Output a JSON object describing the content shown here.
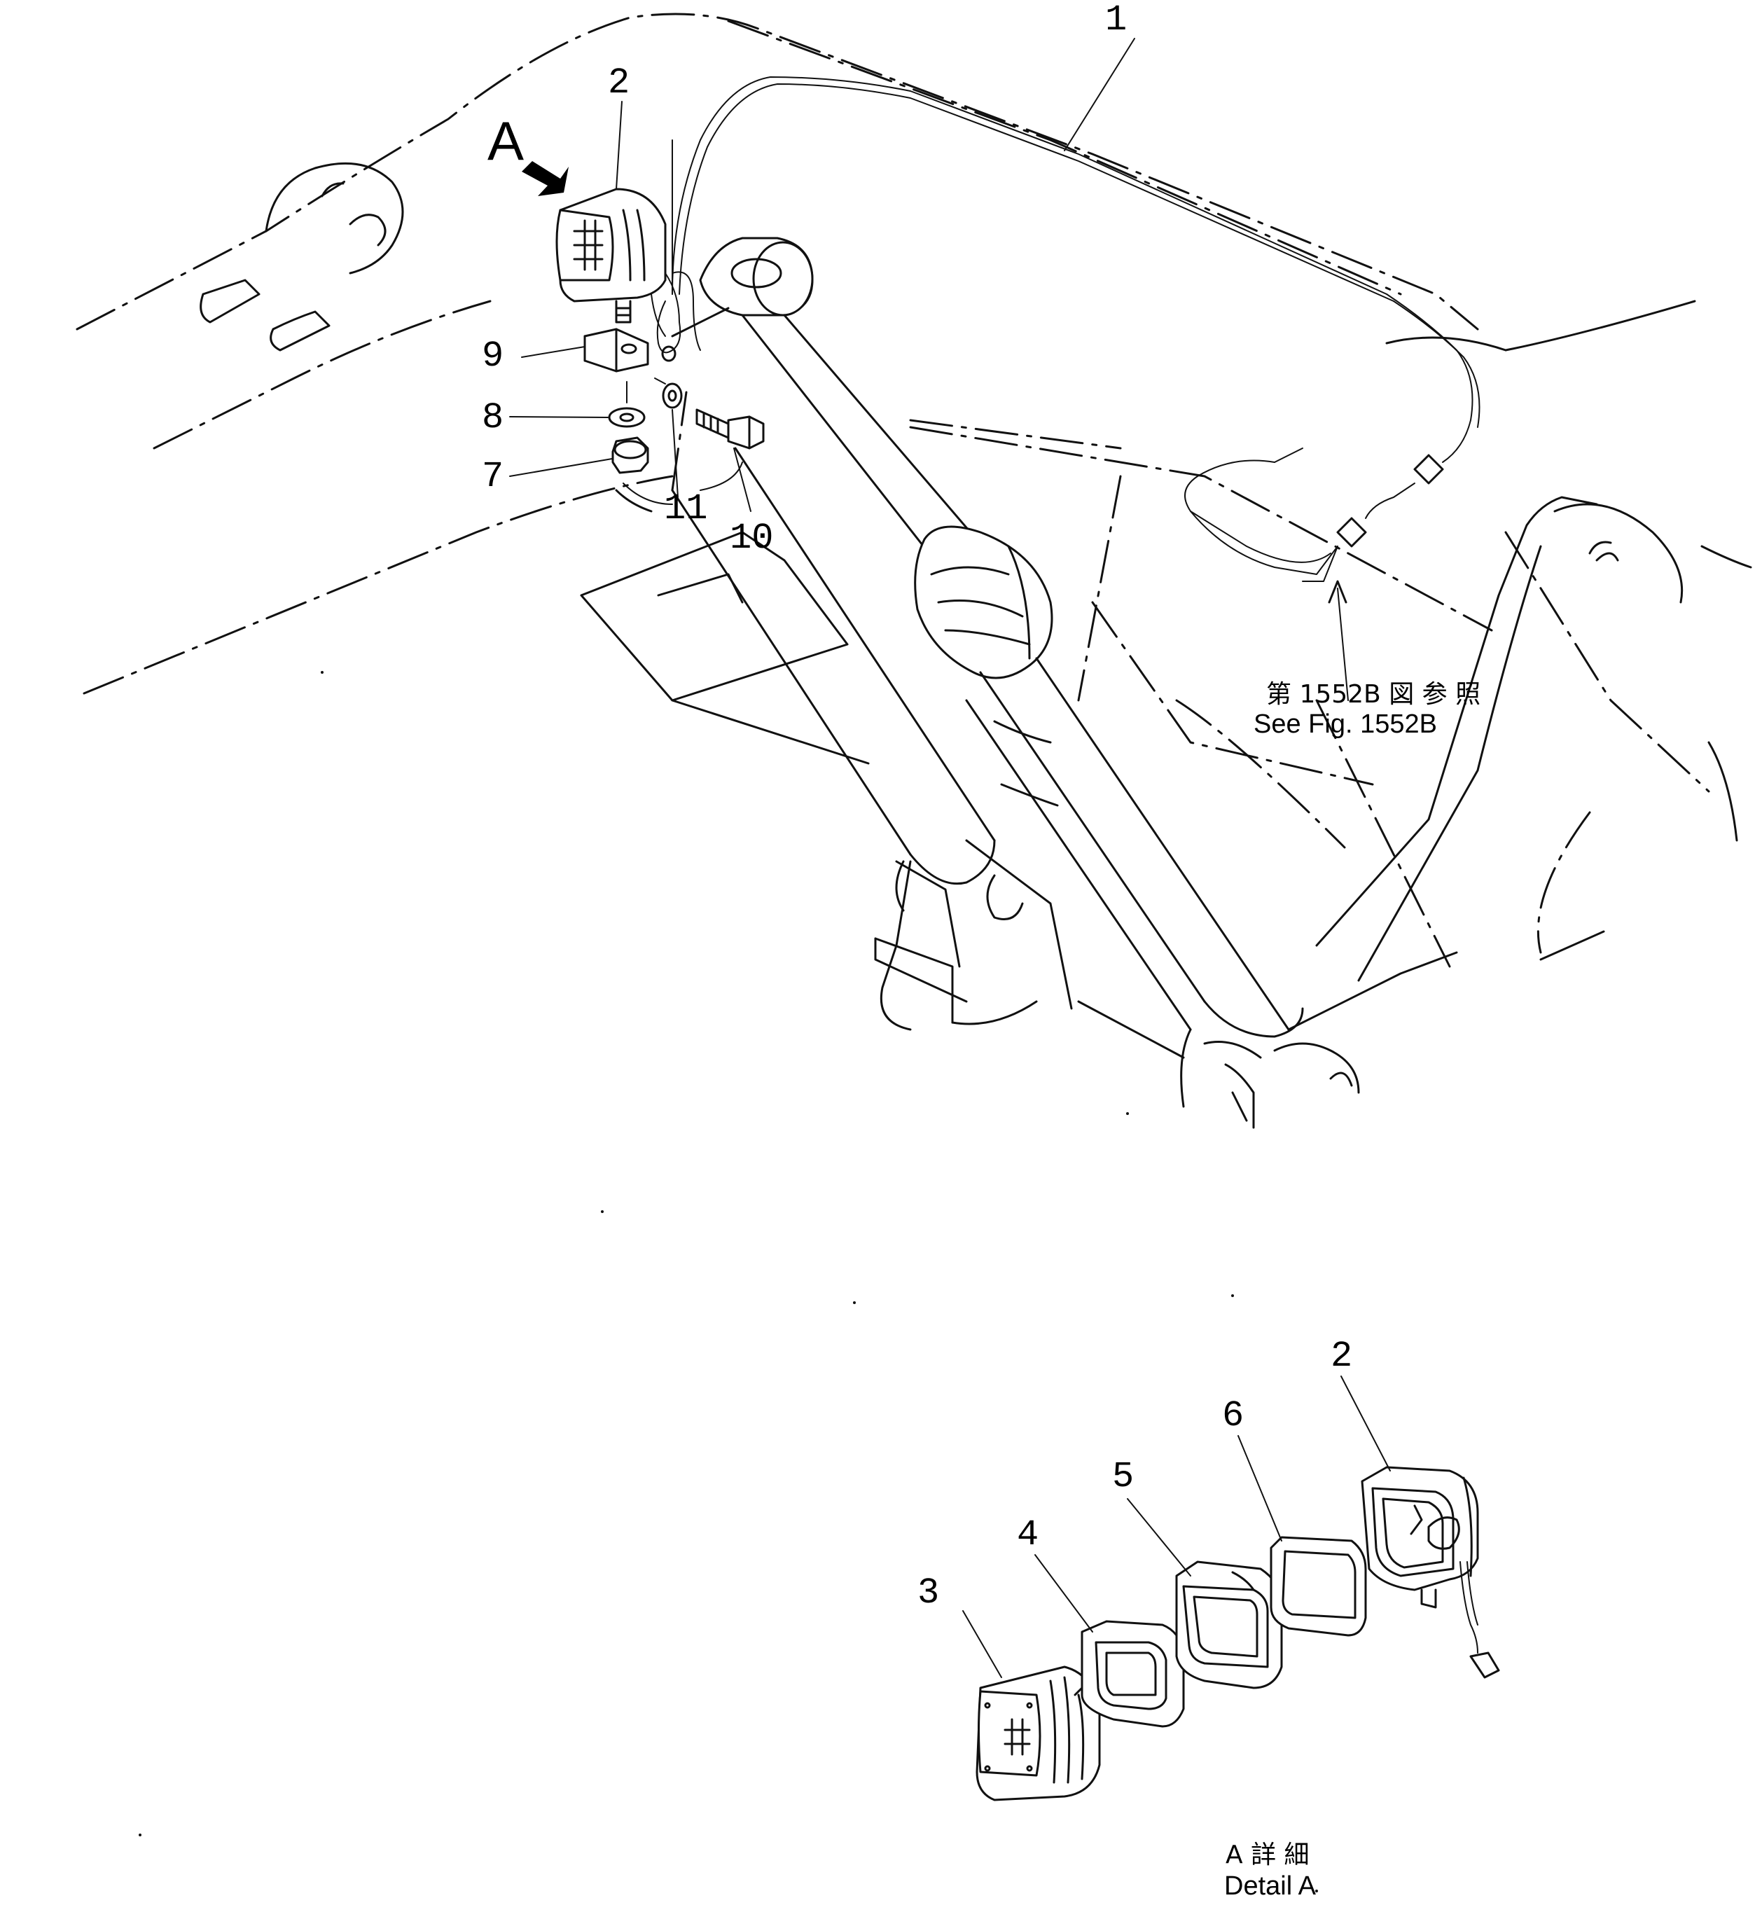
{
  "callouts": {
    "c1": "1",
    "c2": "2",
    "c7": "7",
    "c8": "8",
    "c9": "9",
    "c10": "10",
    "c11": "11",
    "d2": "2",
    "d3": "3",
    "d4": "4",
    "d5": "5",
    "d6": "6"
  },
  "view_marker": "A",
  "reference_note": {
    "jp": "第 1552B 図 参 照",
    "en": "See Fig. 1552B"
  },
  "detail_title": {
    "jp": "A 詳 細",
    "en": "Detail A"
  }
}
